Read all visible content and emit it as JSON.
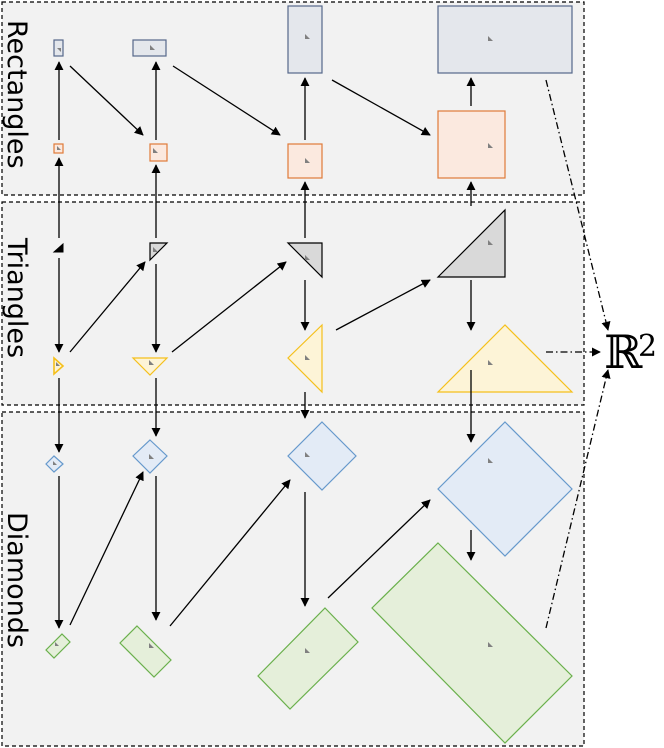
{
  "sections": [
    {
      "key": "rectangles",
      "label": "Rectangles"
    },
    {
      "key": "triangles",
      "label": "Triangles"
    },
    {
      "key": "diamonds",
      "label": "Diamonds"
    }
  ],
  "target": {
    "symbol": "ℝ",
    "exponent": "2"
  },
  "colors": {
    "panel_fill": "#f2f2f2",
    "panel_border": "#000000",
    "gray_fill": "#e4e7ec",
    "gray_stroke": "#56688a",
    "orange_fill": "#fbe9df",
    "orange_stroke": "#e07b39",
    "darkgray_fill": "#d9d9d9",
    "darkgray_stroke": "#000000",
    "yellow_fill": "#fdf4d7",
    "yellow_stroke": "#f5c01c",
    "blue_fill": "#e3ebf6",
    "blue_stroke": "#6699cc",
    "green_fill": "#e5efda",
    "green_stroke": "#6ab04c",
    "marker": "#808080",
    "arrow": "#000000"
  }
}
